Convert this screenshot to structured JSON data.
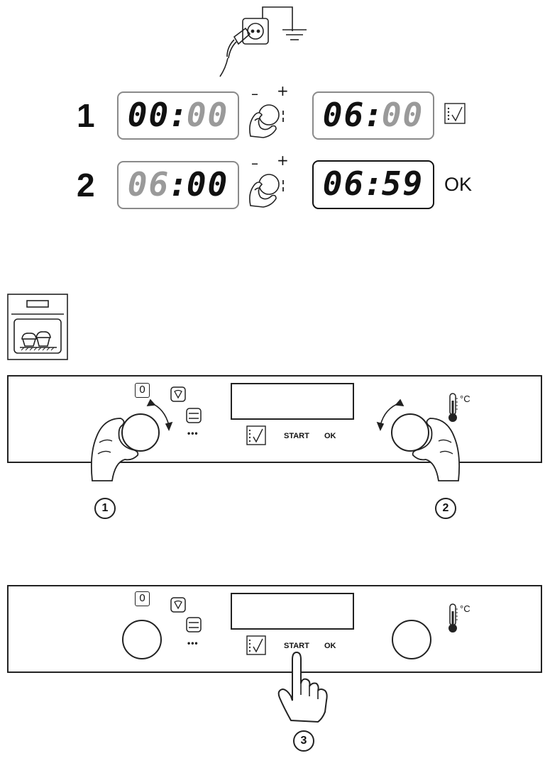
{
  "time_setting": {
    "steps": [
      {
        "number": "1",
        "display_before": {
          "hours": "00",
          "minutes": "00"
        },
        "display_after": {
          "hours": "06",
          "minutes": "00"
        },
        "confirm": ""
      },
      {
        "number": "2",
        "display_before": {
          "hours": "06",
          "minutes": "00"
        },
        "display_after": {
          "hours": "06",
          "minutes": "59"
        },
        "confirm": "OK"
      }
    ],
    "knob_signs": {
      "minus": "–",
      "plus": "+"
    }
  },
  "panel_1": {
    "zero_label": "0",
    "dots": "•••",
    "start_label": "START",
    "ok_label": "OK",
    "temp_unit": "°C",
    "callouts": [
      "1",
      "2"
    ]
  },
  "panel_2": {
    "zero_label": "0",
    "dots": "•••",
    "start_label": "START",
    "ok_label": "OK",
    "temp_unit": "°C",
    "callout": "3"
  },
  "icons": [
    "power-socket-icon",
    "ground-symbol-icon",
    "knob-hand-icon",
    "timer-check-icon",
    "oven-baking-icon",
    "fan-function-icon",
    "heater-function-icon",
    "thermometer-icon",
    "pressing-finger-icon"
  ]
}
